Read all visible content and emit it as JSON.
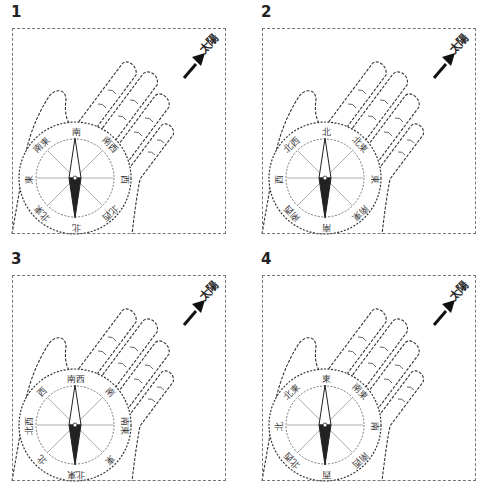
{
  "diagram": {
    "nodes": [
      {
        "text": [
          "1"
        ]
      },
      {
        "text": [
          "2"
        ]
      },
      {
        "text": [
          "3"
        ]
      },
      {
        "text": [
          "4"
        ]
      }
    ],
    "labels": [
      "太陽",
      "南",
      "南西",
      "西",
      "北西",
      "北",
      "北東",
      "東",
      "南東",
      "太陽",
      "北",
      "北東",
      "東",
      "南東",
      "南",
      "南西",
      "西",
      "北西",
      "太陽",
      "南西",
      "南",
      "南東",
      "東",
      "北東",
      "北",
      "北西",
      "西",
      "太陽",
      "東",
      "南東",
      "南",
      "南西",
      "西",
      "北西",
      "北",
      "北東"
    ]
  }
}
